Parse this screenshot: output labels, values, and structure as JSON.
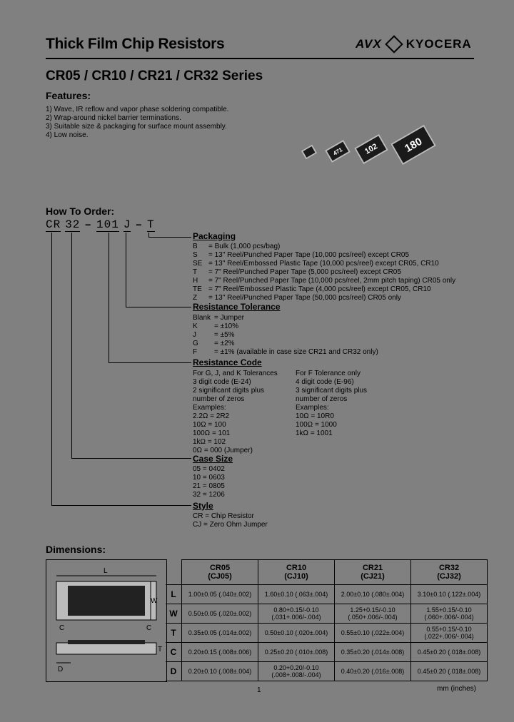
{
  "header": {
    "title": "Thick Film Chip Resistors",
    "logo_left": "AVX",
    "logo_right": "KYOCERA",
    "series": "CR05 / CR10 / CR21 / CR32 Series"
  },
  "features": {
    "heading": "Features:",
    "items": [
      "1) Wave, IR reflow and vapor phase soldering compatible.",
      "2) Wrap-around nickel barrier terminations.",
      "3) Suitable size & packaging for surface mount assembly.",
      "4) Low noise."
    ],
    "chips": [
      "",
      "471",
      "102",
      "180"
    ]
  },
  "order": {
    "heading": "How To Order:",
    "code": [
      "CR",
      "32",
      "–",
      "101",
      "J",
      "–",
      "T"
    ],
    "packaging": {
      "label": "Packaging",
      "items": [
        {
          "k": "B",
          "v": "= Bulk (1,000 pcs/bag)"
        },
        {
          "k": "S",
          "v": "= 13\" Reel/Punched Paper Tape (10,000 pcs/reel) except CR05"
        },
        {
          "k": "SE",
          "v": "= 13\" Reel/Embossed Plastic Tape (10,000 pcs/reel) except CR05, CR10"
        },
        {
          "k": "T",
          "v": "= 7\" Reel/Punched Paper Tape (5,000 pcs/reel) except CR05"
        },
        {
          "k": "H",
          "v": "= 7\" Reel/Punched Paper Tape (10,000 pcs/reel, 2mm pitch taping) CR05 only"
        },
        {
          "k": "TE",
          "v": "= 7\" Reel/Embossed Plastic Tape (4,000 pcs/reel) except CR05, CR10"
        },
        {
          "k": "Z",
          "v": "= 13\" Reel/Punched Paper Tape (50,000 pcs/reel) CR05 only"
        }
      ]
    },
    "tolerance": {
      "label": "Resistance Tolerance",
      "items": [
        {
          "k": "Blank",
          "v": "= Jumper"
        },
        {
          "k": "K",
          "v": "= ±10%"
        },
        {
          "k": "J",
          "v": "= ±5%"
        },
        {
          "k": "G",
          "v": "= ±2%"
        },
        {
          "k": "F",
          "v": "= ±1% (available in case size CR21 and CR32 only)"
        }
      ]
    },
    "resistance": {
      "label": "Resistance Code",
      "left": [
        "For G, J, and K Tolerances",
        "3 digit code (E-24)",
        "2 significant digits plus",
        "number of zeros",
        "Examples:",
        "2.2Ω = 2R2",
        "10Ω = 100",
        "100Ω = 101",
        "1kΩ = 102",
        "0Ω = 000 (Jumper)"
      ],
      "right": [
        "For F Tolerance only",
        "4 digit code (E-96)",
        "3 significant digits plus",
        "number of zeros",
        "Examples:",
        "10Ω = 10R0",
        "100Ω = 1000",
        "1kΩ = 1001"
      ]
    },
    "case": {
      "label": "Case Size",
      "items": [
        "05 = 0402",
        "10 = 0603",
        "21 = 0805",
        "32 = 1206"
      ]
    },
    "style": {
      "label": "Style",
      "items": [
        "CR = Chip Resistor",
        "CJ = Zero Ohm Jumper"
      ]
    }
  },
  "dimensions": {
    "heading": "Dimensions:",
    "diagram_labels": {
      "L": "L",
      "W": "W",
      "C": "C",
      "D": "D",
      "T": "T"
    },
    "columns": [
      {
        "name": "CR05",
        "sub": "(CJ05)"
      },
      {
        "name": "CR10",
        "sub": "(CJ10)"
      },
      {
        "name": "CR21",
        "sub": "(CJ21)"
      },
      {
        "name": "CR32",
        "sub": "(CJ32)"
      }
    ],
    "rows": [
      {
        "label": "L",
        "cells": [
          "1.00±0.05   (.040±.002)",
          "1.60±0.10   (.063±.004)",
          "2.00±0.10   (.080±.004)",
          "3.10±0.10   (.122±.004)"
        ]
      },
      {
        "label": "W",
        "cells": [
          "0.50±0.05   (.020±.002)",
          "0.80+0.15/-0.10   (.031+.006/-.004)",
          "1.25+0.15/-0.10   (.050+.006/-.004)",
          "1.55+0.15/-0.10   (.060+.006/-.004)"
        ]
      },
      {
        "label": "T",
        "cells": [
          "0.35±0.05   (.014±.002)",
          "0.50±0.10   (.020±.004)",
          "0.55±0.10   (.022±.004)",
          "0.55+0.15/-0.10   (.022+.006/-.004)"
        ]
      },
      {
        "label": "C",
        "cells": [
          "0.20±0.15   (.008±.006)",
          "0.25±0.20   (.010±.008)",
          "0.35±0.20   (.014±.008)",
          "0.45±0.20   (.018±.008)"
        ]
      },
      {
        "label": "D",
        "cells": [
          "0.20±0.10   (.008±.004)",
          "0.20+0.20/-0.10   (.008+.008/-.004)",
          "0.40±0.20   (.016±.008)",
          "0.45±0.20   (.018±.008)"
        ]
      }
    ],
    "unit_note": "mm (inches)"
  },
  "footer": {
    "page": "1"
  }
}
